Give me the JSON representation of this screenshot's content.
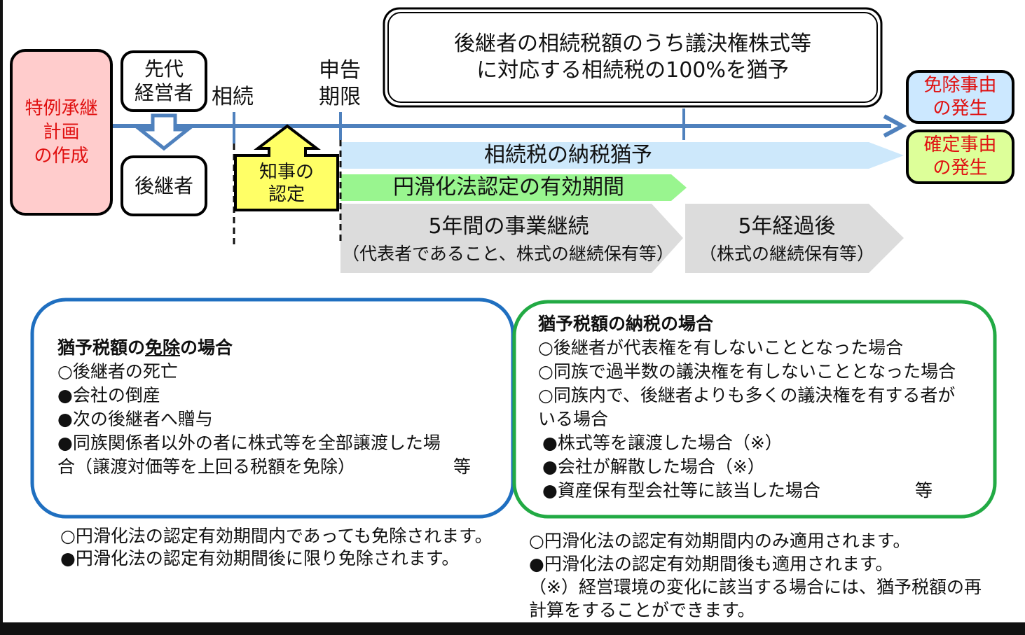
{
  "plan_box": "特例承継\n計画\nの作成",
  "predecessor": "先代\n経営者",
  "successor": "後継者",
  "inheritance": "相続",
  "deadline": "申告\n期限",
  "governor": "知事の\n認定",
  "headline": "後継者の相続税額のうち議決権株式等\nに対応する相続税の100%を猶予",
  "exemption_event": "免除事由\nの発生",
  "confirmation_event": "確定事由\nの発生",
  "bars": {
    "deferral": "相続税の納税猶予",
    "validity": "円滑化法認定の有効期間",
    "five_years_title": "5年間の事業継続",
    "five_years_sub": "（代表者であること、株式の継続保有等）",
    "after_title": "5年経過後",
    "after_sub": "（株式の継続保有等）"
  },
  "exempt_panel": {
    "title_a": "猶予税額の",
    "title_u": "免除",
    "title_b": "の場合",
    "items": [
      "○後継者の死亡",
      "●会社の倒産",
      "●次の後継者へ贈与",
      "●同族関係者以外の者に株式等を全部譲渡した場",
      "合（譲渡対価等を上回る税額を免除）"
    ],
    "etc": "等",
    "notes": [
      "○円滑化法の認定有効期間内であっても免除されます。",
      "●円滑化法の認定有効期間後に限り免除されます。"
    ]
  },
  "pay_panel": {
    "title": "猶予税額の納税の場合",
    "items": [
      "○後継者が代表権を有しないこととなった場合",
      "○同族で過半数の議決権を有しないこととなった場合",
      "○同族内で、後継者よりも多くの議決権を有する者が",
      "いる場合",
      " ●株式等を譲渡した場合（※）",
      " ●会社が解散した場合（※）",
      " ●資産保有型会社等に該当した場合"
    ],
    "etc": "等",
    "notes": [
      "○円滑化法の認定有効期間内のみ適用されます。",
      "●円滑化法の認定有効期間後も適用されます。",
      "（※）経営環境の変化に該当する場合には、猶予税額の再",
      "計算をすることができます。"
    ]
  },
  "colors": {
    "timeline": "#4f81bd",
    "red_text": "#e01010"
  }
}
